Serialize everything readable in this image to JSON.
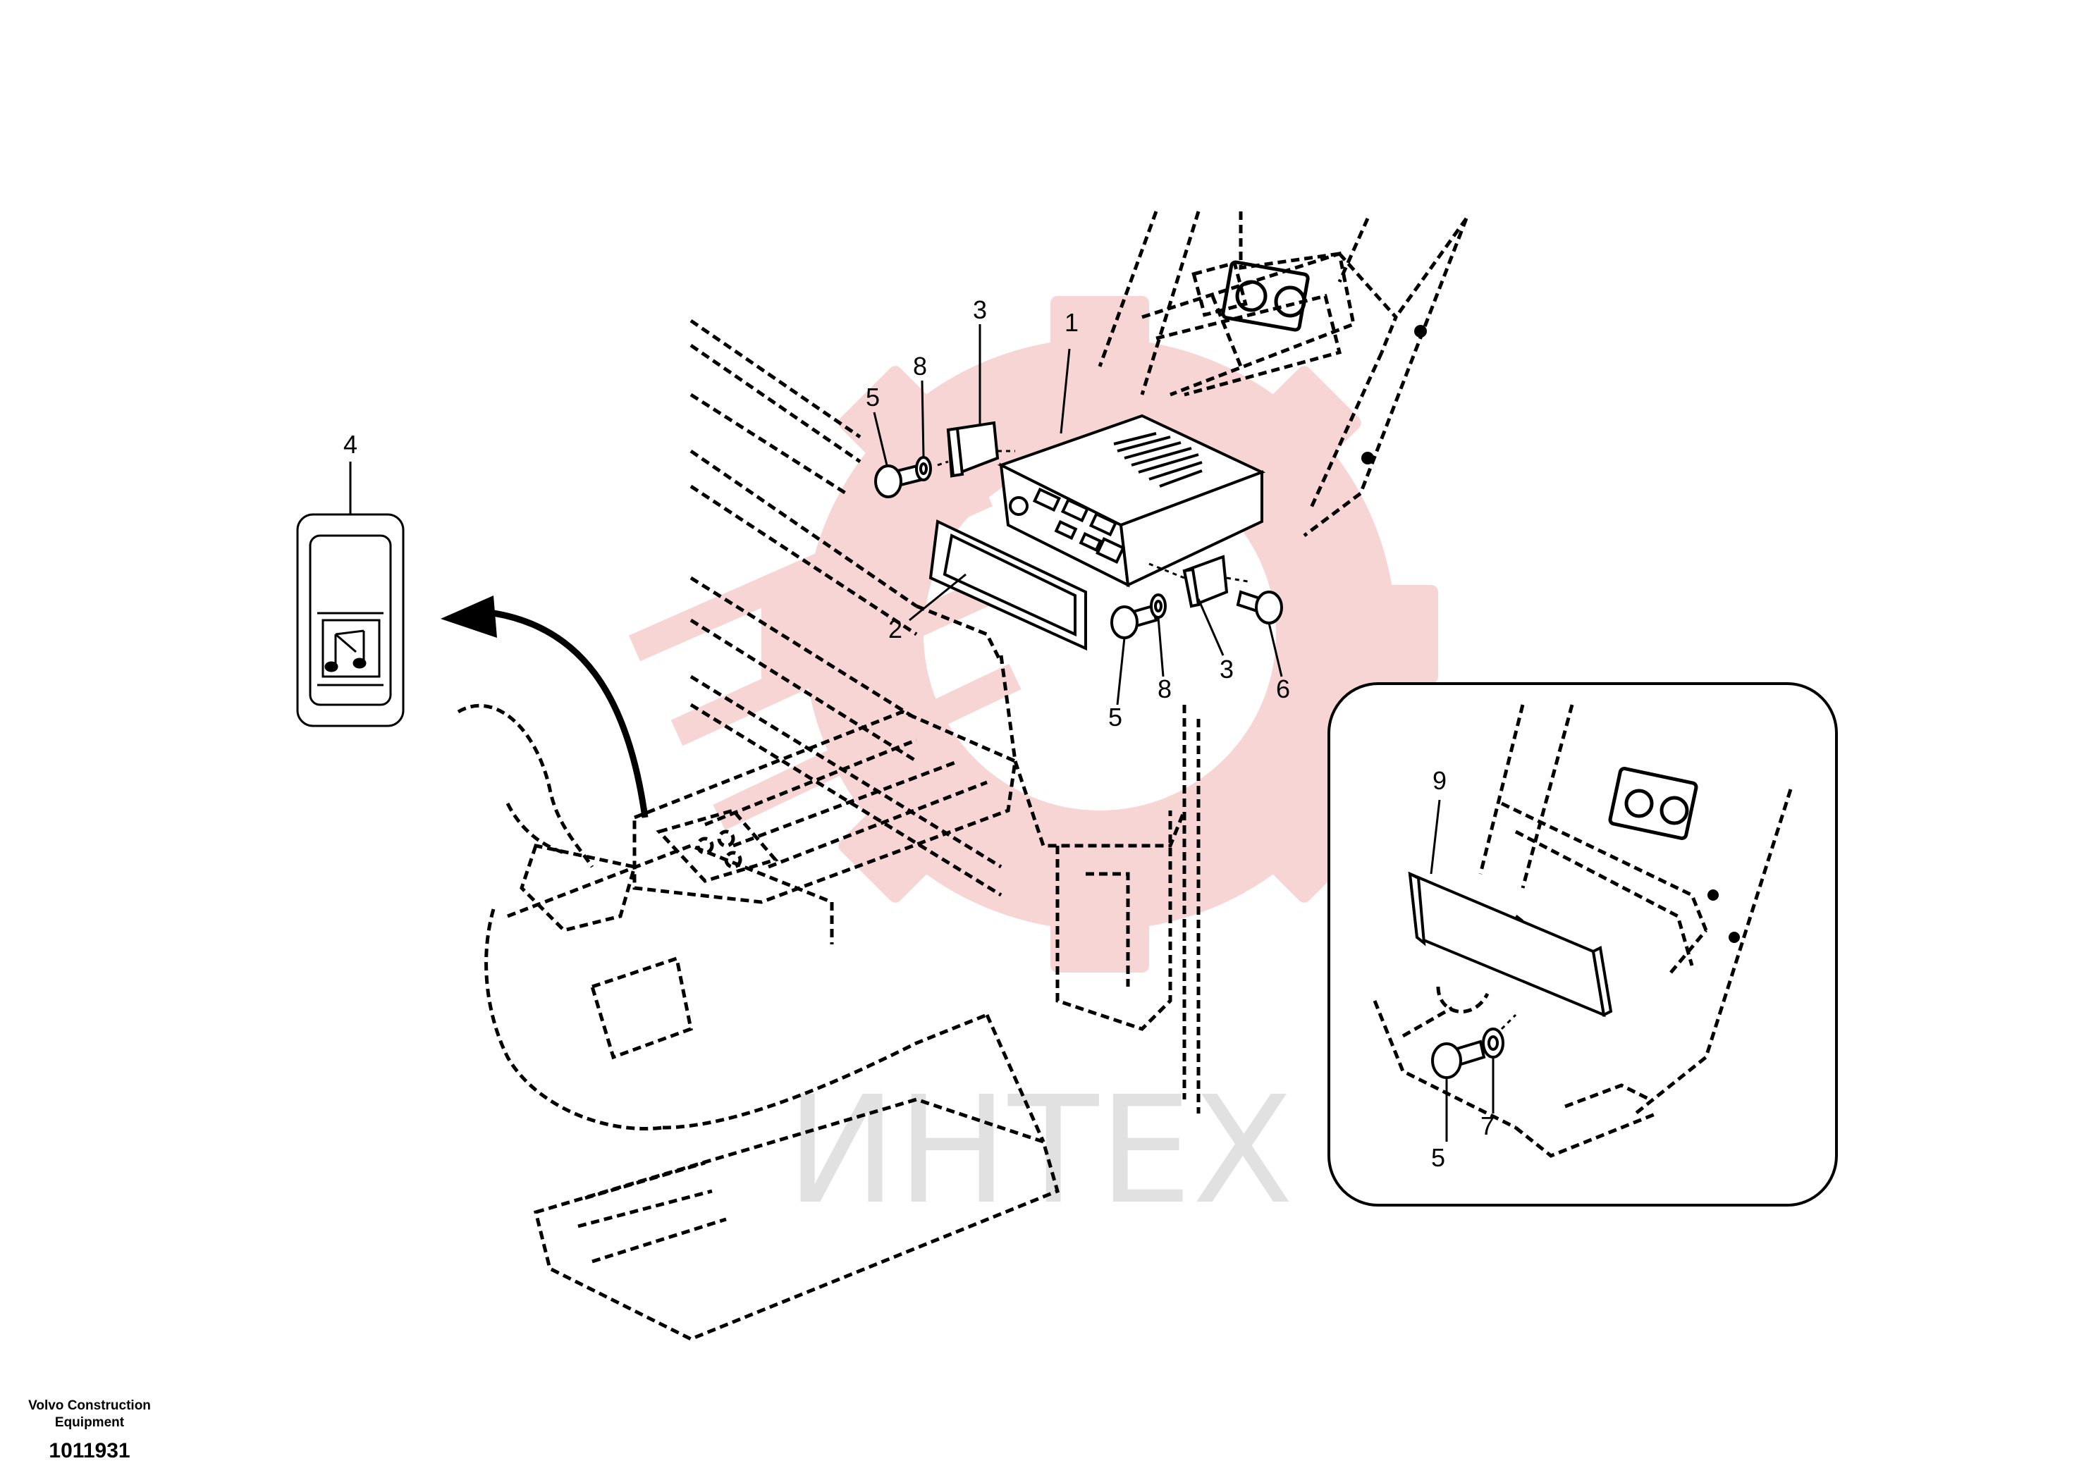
{
  "watermark": {
    "text": "ИНТЕХ",
    "gear_color": "#f3b3b3",
    "text_color": "#d8d8d8"
  },
  "callouts": {
    "radio": "1",
    "frame": "2",
    "bracket_left": "3",
    "bracket_right": "3",
    "switch": "4",
    "screw_left": "5",
    "screw_mid": "5",
    "screw_inset": "5",
    "screw_right": "6",
    "washer_inset": "7",
    "washer_left": "8",
    "washer_mid": "8",
    "cover_plate": "9"
  },
  "footer": {
    "company_line1": "Volvo Construction",
    "company_line2": "Equipment",
    "drawing_number": "1011931"
  },
  "icons": {
    "switch_symbol": "music-note-icon"
  }
}
